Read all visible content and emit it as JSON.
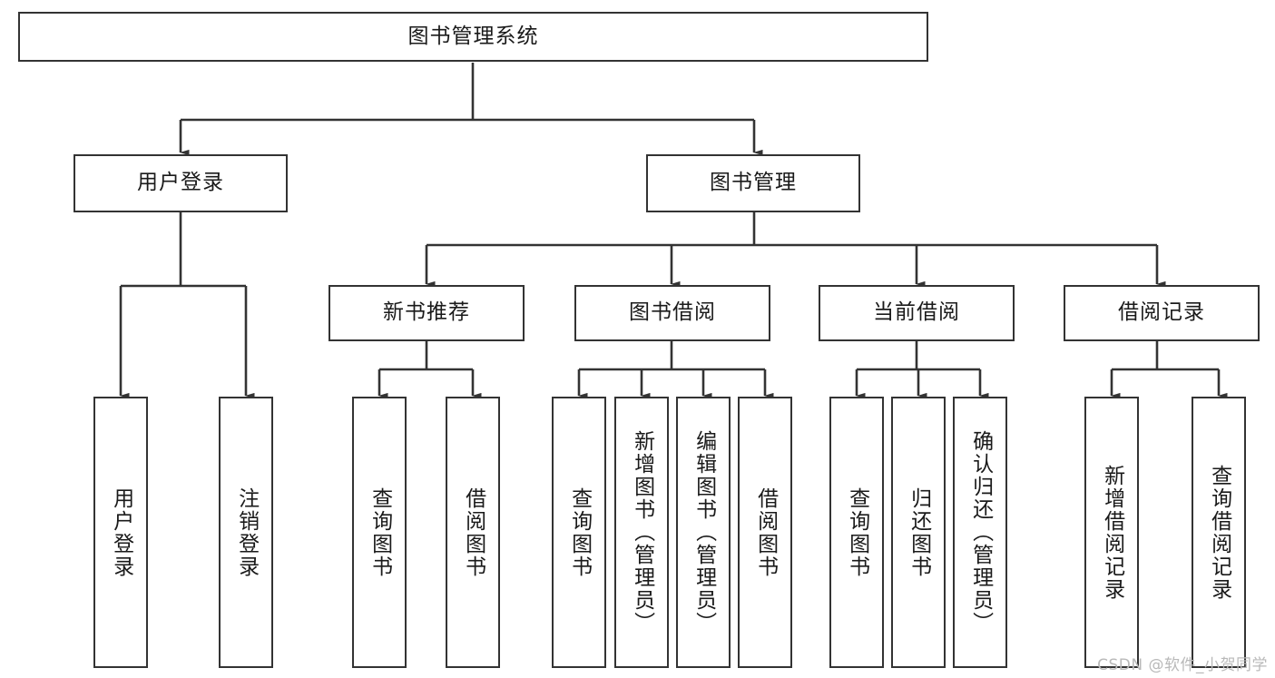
{
  "diagram": {
    "title": "图书管理系统",
    "watermark": "CSDN @软件_小贺同学",
    "colors": {
      "background": "#ffffff",
      "box_border": "#333333",
      "connector": "#333333",
      "text": "#1a1a1a",
      "watermark": "#b9b9b9"
    },
    "levels": {
      "root": {
        "label": "图书管理系统"
      },
      "level2": [
        {
          "label": "用户登录"
        },
        {
          "label": "图书管理"
        }
      ],
      "level3": [
        {
          "label": "新书推荐"
        },
        {
          "label": "图书借阅"
        },
        {
          "label": "当前借阅"
        },
        {
          "label": "借阅记录"
        }
      ],
      "leaves": {
        "user_login": [
          {
            "label": "用户登录"
          },
          {
            "label": "注销登录"
          }
        ],
        "new_book_recommend": [
          {
            "label": "查询图书"
          },
          {
            "label": "借阅图书"
          }
        ],
        "book_borrow": [
          {
            "label": "查询图书"
          },
          {
            "label": "新增图书（管理员）"
          },
          {
            "label": "编辑图书（管理员）"
          },
          {
            "label": "借阅图书"
          }
        ],
        "current_borrow": [
          {
            "label": "查询图书"
          },
          {
            "label": "归还图书"
          },
          {
            "label": "确认归还（管理员）"
          }
        ],
        "borrow_record": [
          {
            "label": "新增借阅记录"
          },
          {
            "label": "查询借阅记录"
          }
        ]
      }
    }
  }
}
